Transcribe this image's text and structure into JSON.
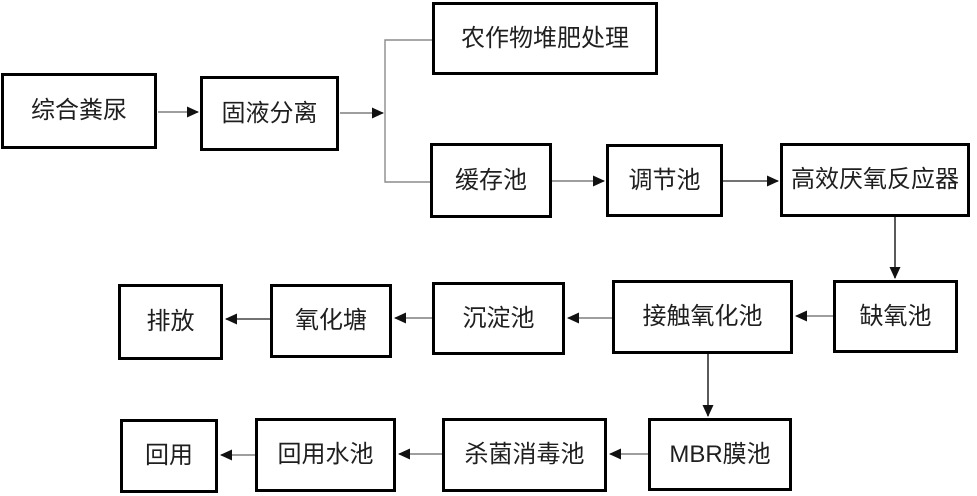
{
  "figure": {
    "background_color": "#ffffff",
    "box_border_color": "#000000",
    "connector_color": "#7f7f7f",
    "arrowhead_color": "#111111",
    "text_color": "#1f1f1f"
  },
  "flowchart": {
    "nodes": [
      {
        "id": "mixed-manure",
        "label": "综合粪尿"
      },
      {
        "id": "solid-liquid-separation",
        "label": "固液分离"
      },
      {
        "id": "crop-composting",
        "label": "农作物堆肥处理"
      },
      {
        "id": "buffer-tank",
        "label": "缓存池"
      },
      {
        "id": "regulating-tank",
        "label": "调节池"
      },
      {
        "id": "anaerobic-reactor",
        "label": "高效厌氧反应器"
      },
      {
        "id": "anoxic-tank",
        "label": "缺氧池"
      },
      {
        "id": "contact-oxidation-tank",
        "label": "接触氧化池"
      },
      {
        "id": "sedimentation-tank",
        "label": "沉淀池"
      },
      {
        "id": "oxidation-pond",
        "label": "氧化塘"
      },
      {
        "id": "discharge",
        "label": "排放"
      },
      {
        "id": "mbr-membrane-tank",
        "label": "MBR膜池"
      },
      {
        "id": "disinfection-tank",
        "label": "杀菌消毒池"
      },
      {
        "id": "reuse-water-tank",
        "label": "回用水池"
      },
      {
        "id": "reuse",
        "label": "回用"
      }
    ],
    "edges": [
      {
        "from": "mixed-manure",
        "to": "solid-liquid-separation"
      },
      {
        "from": "solid-liquid-separation",
        "to": "crop-composting"
      },
      {
        "from": "solid-liquid-separation",
        "to": "buffer-tank"
      },
      {
        "from": "buffer-tank",
        "to": "regulating-tank"
      },
      {
        "from": "regulating-tank",
        "to": "anaerobic-reactor"
      },
      {
        "from": "anaerobic-reactor",
        "to": "anoxic-tank"
      },
      {
        "from": "anoxic-tank",
        "to": "contact-oxidation-tank"
      },
      {
        "from": "contact-oxidation-tank",
        "to": "sedimentation-tank"
      },
      {
        "from": "sedimentation-tank",
        "to": "oxidation-pond"
      },
      {
        "from": "oxidation-pond",
        "to": "discharge"
      },
      {
        "from": "contact-oxidation-tank",
        "to": "mbr-membrane-tank"
      },
      {
        "from": "mbr-membrane-tank",
        "to": "disinfection-tank"
      },
      {
        "from": "disinfection-tank",
        "to": "reuse-water-tank"
      },
      {
        "from": "reuse-water-tank",
        "to": "reuse"
      }
    ]
  }
}
